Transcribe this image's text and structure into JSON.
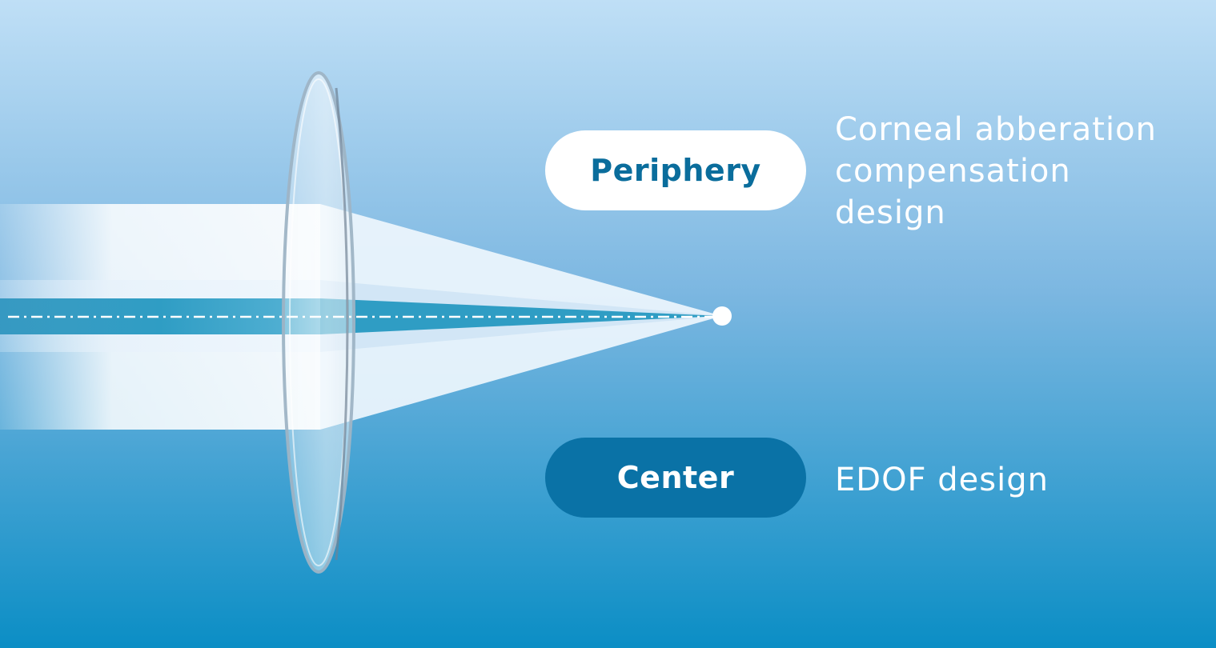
{
  "periphery": {
    "label": "Periphery",
    "description_lines": [
      "Corneal abberation",
      "compensation",
      "design"
    ]
  },
  "center": {
    "label": "Center",
    "description": "EDOF design"
  },
  "colors": {
    "background_top": "#bfdff6",
    "background_bottom": "#0b8ec5",
    "periphery_pill": "#ffffff",
    "periphery_text": "#0a6d9c",
    "center_pill": "#0a72a6",
    "center_text": "#ffffff",
    "central_beam": "#2f9dc4",
    "outer_beam": "#eef6fd"
  }
}
